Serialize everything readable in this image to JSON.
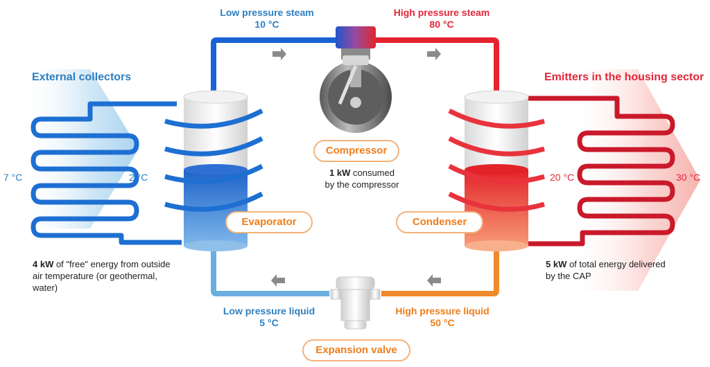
{
  "labels": {
    "low_steam_title": "Low pressure steam",
    "low_steam_temp": "10 °C",
    "high_steam_title": "High pressure steam",
    "high_steam_temp": "80 °C",
    "external_collectors": "External collectors",
    "emitters": "Emitters in the housing sector",
    "temp_7": "7 °C",
    "temp_2": "2 °C",
    "temp_20": "20 °C",
    "temp_30": "30 °C",
    "low_liquid_title": "Low pressure liquid",
    "low_liquid_temp": "5 °C",
    "high_liquid_title": "High pressure liquid",
    "high_liquid_temp": "50 °C"
  },
  "components": {
    "compressor": "Compressor",
    "evaporator": "Evaporator",
    "condenser": "Condenser",
    "expansion_valve": "Expansion valve"
  },
  "notes": {
    "compressor_value": "1 kW",
    "compressor_text1": " consumed",
    "compressor_text2": "by the compressor",
    "left_value": "4 kW",
    "left_text1": " of \"free\" energy from outside",
    "left_text2": "air temperature (or geothermal,",
    "left_text3": "water)",
    "right_value": "5 kW",
    "right_text1": " of total energy delivered",
    "right_text2": "by the CAP"
  },
  "colors": {
    "cold": "#2d7fc1",
    "hot": "#e2273a",
    "liquid_hot": "#ef7d1a",
    "arrow_grey": "#8a8a8a"
  }
}
